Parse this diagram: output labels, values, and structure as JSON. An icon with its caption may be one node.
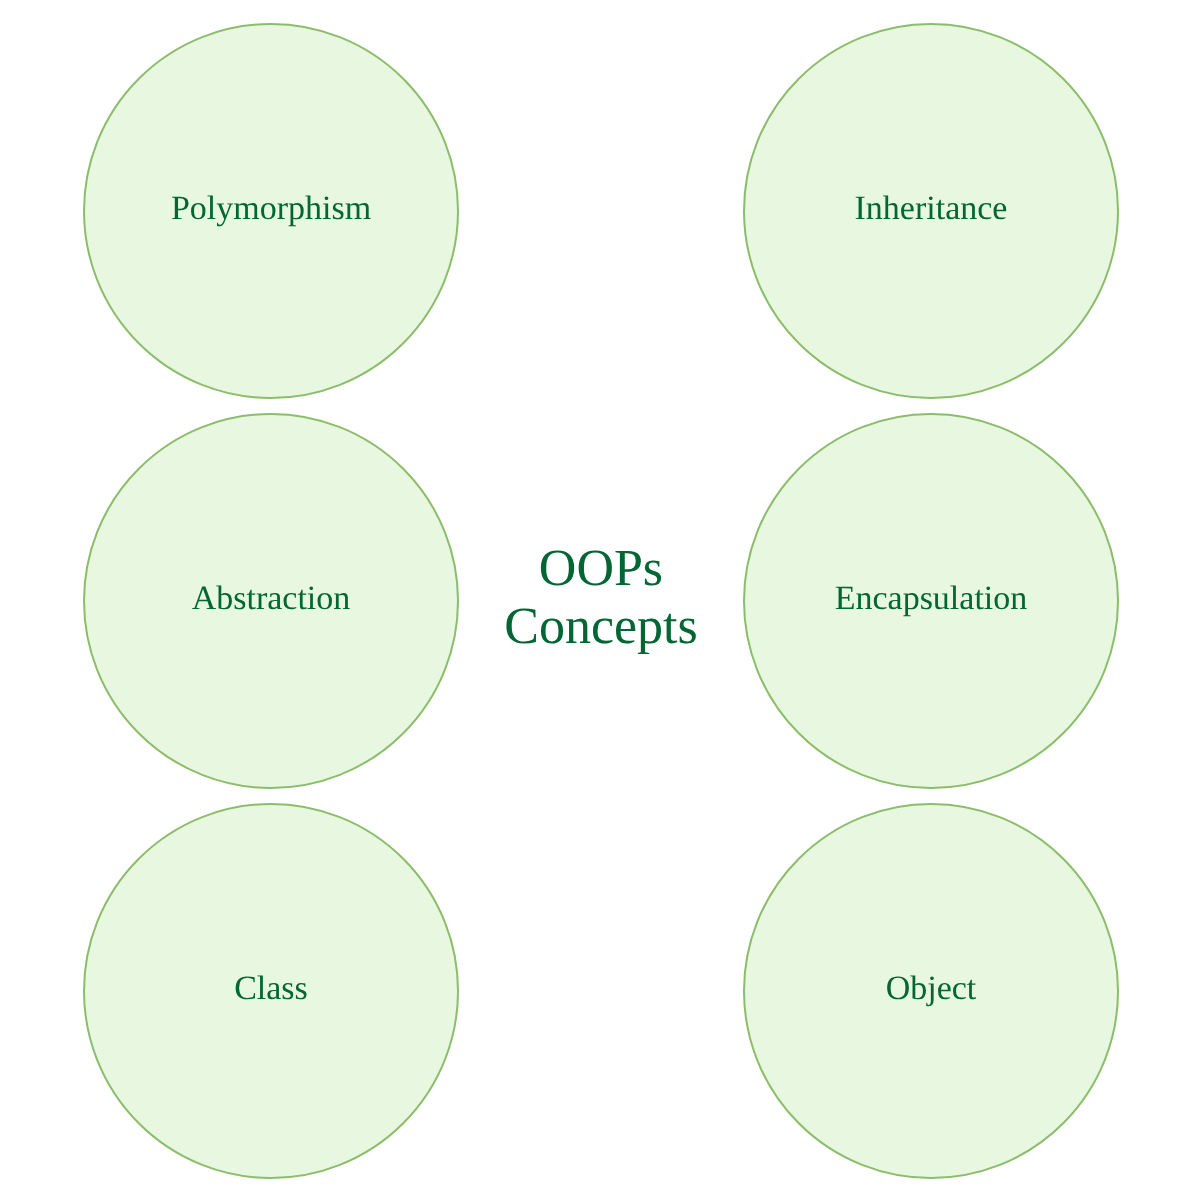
{
  "diagram": {
    "nodes": [
      {
        "text": [
          "Polymorphism"
        ]
      },
      {
        "text": [
          "Inheritance"
        ]
      },
      {
        "text": [
          "Abstraction"
        ]
      },
      {
        "text": [
          "Encapsulation"
        ]
      },
      {
        "text": [
          "Class"
        ]
      },
      {
        "text": [
          "Object"
        ]
      }
    ],
    "labels": [
      "OOPs Concepts"
    ]
  }
}
